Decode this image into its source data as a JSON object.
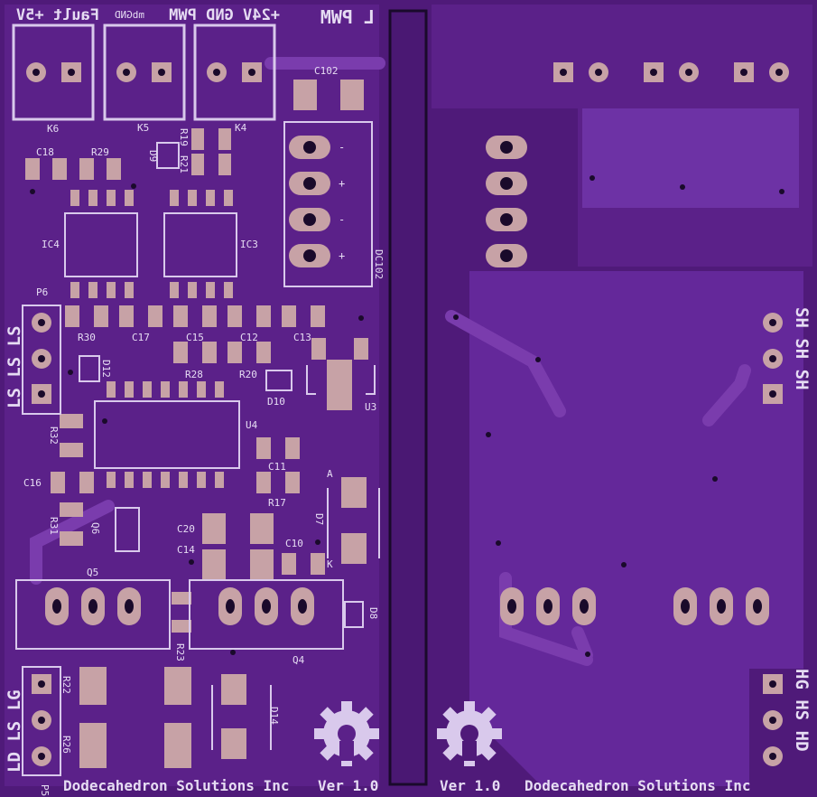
{
  "board": {
    "colors": {
      "substrate": "#4f1a79",
      "copper": "#6b2e9e",
      "trace": "#7a3cad",
      "silk": "#d9c9ec",
      "pad": "#c7a2a6",
      "hole": "#1a0a2b",
      "label": "#e6dcf3"
    },
    "header_labels": {
      "top_left_mirrored": "+24V GND PWM",
      "top_left_mirrored_small": "mbGND",
      "top_left_mirrored_2": "Fault +5V",
      "top_right": "L PWM"
    },
    "footer": {
      "left_company": "Dodecahedron Solutions Inc",
      "left_version": "Ver 1.0",
      "right_version": "Ver 1.0",
      "right_company": "Dodecahedron Solutions Inc"
    },
    "side_labels": {
      "left_top": "LS LS LS",
      "left_bottom": "LD LS LG",
      "right_top": "SH SH SH",
      "right_bottom": "HG HS HD"
    },
    "connector_pin_labels": [
      "-",
      "+",
      "-",
      "+"
    ],
    "components": [
      {
        "ref": "K6"
      },
      {
        "ref": "K5"
      },
      {
        "ref": "K4"
      },
      {
        "ref": "C102"
      },
      {
        "ref": "DC102"
      },
      {
        "ref": "C18"
      },
      {
        "ref": "R29"
      },
      {
        "ref": "D9"
      },
      {
        "ref": "R19"
      },
      {
        "ref": "R21"
      },
      {
        "ref": "IC4"
      },
      {
        "ref": "IC3"
      },
      {
        "ref": "P6"
      },
      {
        "ref": "R30"
      },
      {
        "ref": "C17"
      },
      {
        "ref": "C15"
      },
      {
        "ref": "C12"
      },
      {
        "ref": "C13"
      },
      {
        "ref": "D12"
      },
      {
        "ref": "R28"
      },
      {
        "ref": "R20"
      },
      {
        "ref": "D10"
      },
      {
        "ref": "U3"
      },
      {
        "ref": "R32"
      },
      {
        "ref": "U4"
      },
      {
        "ref": "C11"
      },
      {
        "ref": "C16"
      },
      {
        "ref": "R17"
      },
      {
        "ref": "D7"
      },
      {
        "ref": "A"
      },
      {
        "ref": "K"
      },
      {
        "ref": "R31"
      },
      {
        "ref": "Q6"
      },
      {
        "ref": "C20"
      },
      {
        "ref": "C14"
      },
      {
        "ref": "C10"
      },
      {
        "ref": "Q5"
      },
      {
        "ref": "Q4"
      },
      {
        "ref": "D8"
      },
      {
        "ref": "R23"
      },
      {
        "ref": "R22"
      },
      {
        "ref": "R26"
      },
      {
        "ref": "D14"
      },
      {
        "ref": "P5"
      }
    ]
  }
}
